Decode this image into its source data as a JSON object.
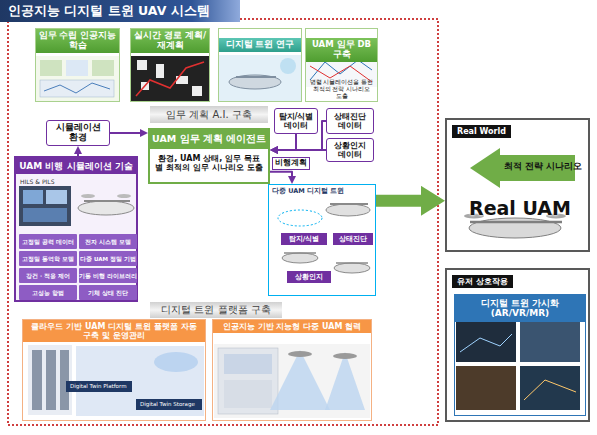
{
  "diagram": {
    "title": "인공지능 디지털 트윈 UAV 시스템",
    "nodes": [
      {
        "text": [
          "임무 수립 인공지능 학습"
        ]
      },
      {
        "text": [
          "실시간 경로 계획/재계획"
        ]
      },
      {
        "text": [
          "디지털 트윈 연구"
        ]
      },
      {
        "text": [
          "UAM 임무 DB 구축",
          "병렬 시뮬레이션을 통한 최적의 전략 시나리오 도출"
        ]
      },
      {
        "text": [
          "임무 계획 A.I. 구축"
        ]
      },
      {
        "text": [
          "시뮬레이션 환경"
        ]
      },
      {
        "text": [
          "UAM 임무 계획 에이전트",
          "환경, UAM 상태, 임무 목표 별 최적의 임무 시나리오 도출"
        ]
      },
      {
        "text": [
          "UAM 비행 시뮬레이션 기술",
          "HILS & PILS"
        ]
      },
      {
        "text": [
          "고정밀 공력 데이터"
        ],
        "in": 7
      },
      {
        "text": [
          "전자 시스템 모델"
        ],
        "in": 7
      },
      {
        "text": [
          "고정밀 동역학 모델"
        ],
        "in": 7
      },
      {
        "text": [
          "다중 UAM 정밀 기법"
        ],
        "in": 7
      },
      {
        "text": [
          "강건 · 적응 제어"
        ],
        "in": 7
      },
      {
        "text": [
          "기동 비행 라이브러리"
        ],
        "in": 7
      },
      {
        "text": [
          "고성능 항법"
        ],
        "in": 7
      },
      {
        "text": [
          "기체 상태 진단"
        ],
        "in": 7
      },
      {
        "text": [
          "탐지/식별 데이터"
        ]
      },
      {
        "text": [
          "상태진단 데이터"
        ]
      },
      {
        "text": [
          "상황인지 데이터"
        ]
      },
      {
        "text": [
          "다중 UAM 디지털 트윈"
        ]
      },
      {
        "text": [
          "탐지/식별"
        ],
        "in": 19
      },
      {
        "text": [
          "상태진단"
        ],
        "in": 19
      },
      {
        "text": [
          "상황인지"
        ],
        "in": 19
      },
      {
        "text": [
          "디지털 트윈 플랫폼 구축"
        ]
      },
      {
        "text": [
          "클라우드 기반 UAM 디지털 트윈 플랫폼 자동 구축 및 운영관리"
        ]
      },
      {
        "text": [
          "인공지능 기반 지능형 다중 UAM 협력"
        ]
      },
      {
        "text": [
          "Real World",
          "Real UAM"
        ]
      },
      {
        "text": [
          "유저 상호작용"
        ]
      },
      {
        "text": [
          "디지털 트윈 가시화 (AR/VR/MR)"
        ],
        "in": 27
      }
    ],
    "edges": [
      {
        "from": 7,
        "to": 5,
        "arrow": "to"
      },
      {
        "from": 5,
        "to": 6,
        "arrow": "to"
      },
      {
        "from": 16,
        "to": 6,
        "arrow": "to"
      },
      {
        "from": 17,
        "to": 6,
        "arrow": "to"
      },
      {
        "from": 18,
        "to": 6,
        "arrow": "to"
      },
      {
        "from": 6,
        "to": 19,
        "label": "비행계획",
        "arrow": "to"
      },
      {
        "from": 19,
        "to": 26,
        "arrow": "to"
      }
    ],
    "labels": [
      "최적 전략 시나리오",
      "Digital Twin Platform",
      "Digital Twin Storage"
    ]
  }
}
